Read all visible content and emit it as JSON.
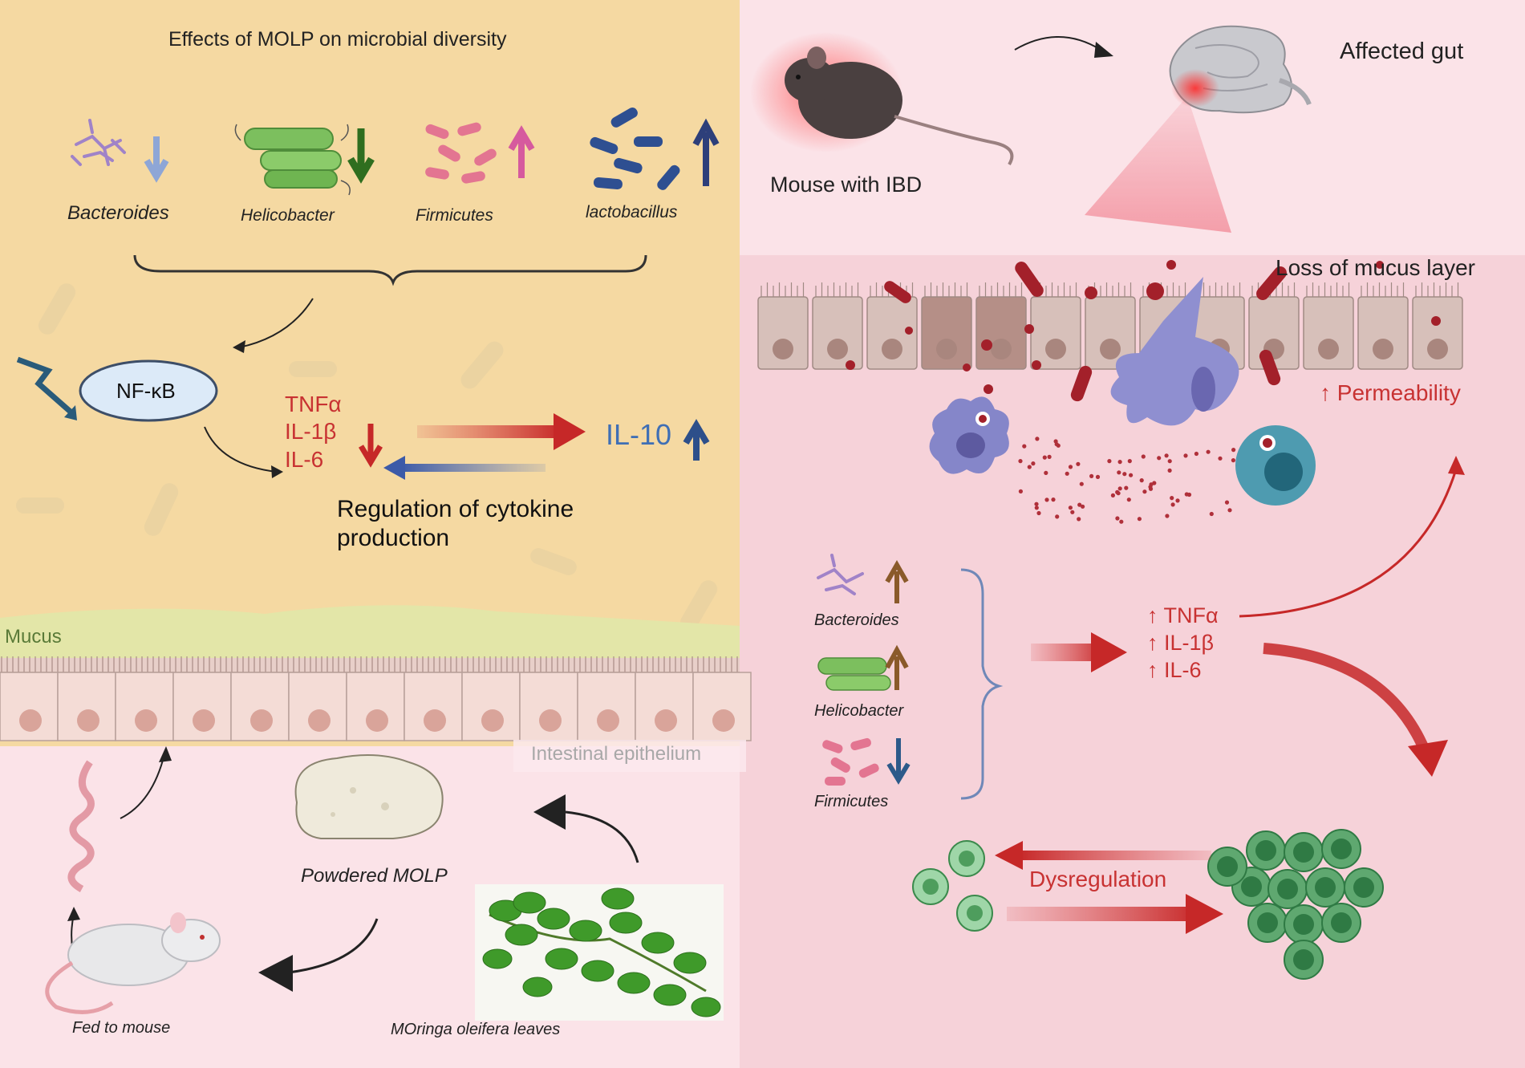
{
  "left_panel": {
    "title": "Effects of MOLP on microbial diversity",
    "bacteria": [
      {
        "name": "Bacteroides",
        "trend": "down",
        "arrow_color": "#8ea6d6"
      },
      {
        "name": "Helicobacter",
        "trend": "down",
        "arrow_color": "#2f6e1f"
      },
      {
        "name": "Firmicutes",
        "trend": "up",
        "arrow_color": "#d65a9e"
      },
      {
        "name": "lactobacillus",
        "trend": "up",
        "arrow_color": "#2d3f7a"
      }
    ],
    "nfkb_label": "NF-κB",
    "cytokines": [
      "TNFα",
      "IL-1β",
      "IL-6"
    ],
    "il10_label": "IL-10",
    "regulation_line1": "Regulation of cytokine",
    "regulation_line2": "production",
    "mucus_label": "Mucus",
    "epithelium_label": "Intestinal epithelium",
    "powdered_label": "Powdered MOLP",
    "leaves_label": "MOringa oleifera leaves",
    "fed_label": "Fed to mouse"
  },
  "right_panel": {
    "mouse_label": "Mouse with IBD",
    "gut_label": "Affected gut",
    "mucus_loss_label": "Loss of mucus layer",
    "permeability_label": "↑ Permeability",
    "bacteria": [
      {
        "name": "Bacteroides",
        "trend": "up",
        "arrow_color": "#8a5a2a"
      },
      {
        "name": "Helicobacter",
        "trend": "up",
        "arrow_color": "#8a5a2a"
      },
      {
        "name": "Firmicutes",
        "trend": "down",
        "arrow_color": "#2d5a8a"
      }
    ],
    "cytokines": [
      "↑ TNFα",
      "↑ IL-1β",
      "↑ IL-6"
    ],
    "dysregulation_label": "Dysregulation"
  },
  "colors": {
    "left_bg": "#f5d9a2",
    "right_bg": "#f6d2d9",
    "pink_bg": "#fbe3e8",
    "red": "#c83232",
    "blue": "#3f6fb5",
    "nfkb_fill": "#dceaf8"
  }
}
